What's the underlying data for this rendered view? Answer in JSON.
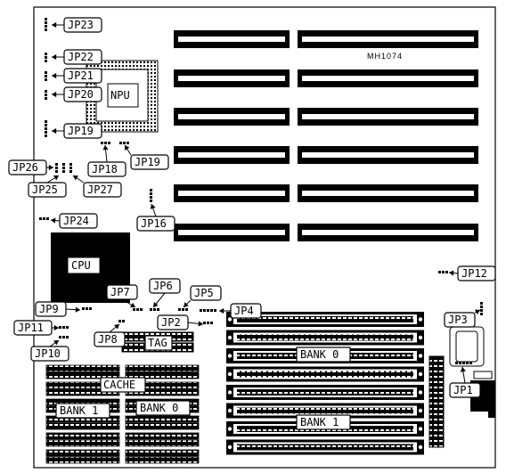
{
  "board": {
    "model": "MH1074",
    "chips": {
      "npu": "NPU",
      "cpu": "CPU",
      "tag": "TAG",
      "cache": "CACHE"
    },
    "banks": {
      "cache_bank1": "BANK 1",
      "cache_bank0": "BANK 0",
      "simm_bank0": "BANK 0",
      "simm_bank1": "BANK 1"
    },
    "jumpers": {
      "jp23": "JP23",
      "jp22": "JP22",
      "jp21": "JP21",
      "jp20": "JP20",
      "jp19a": "JP19",
      "jp18": "JP18",
      "jp19b": "JP19",
      "jp26": "JP26",
      "jp25": "JP25",
      "jp27": "JP27",
      "jp24": "JP24",
      "jp16": "JP16",
      "jp12": "JP12",
      "jp7": "JP7",
      "jp6": "JP6",
      "jp5": "JP5",
      "jp4": "JP4",
      "jp2": "JP2",
      "jp9": "JP9",
      "jp11": "JP11",
      "jp10": "JP10",
      "jp8": "JP8",
      "jp3": "JP3",
      "jp1": "JP1"
    }
  }
}
